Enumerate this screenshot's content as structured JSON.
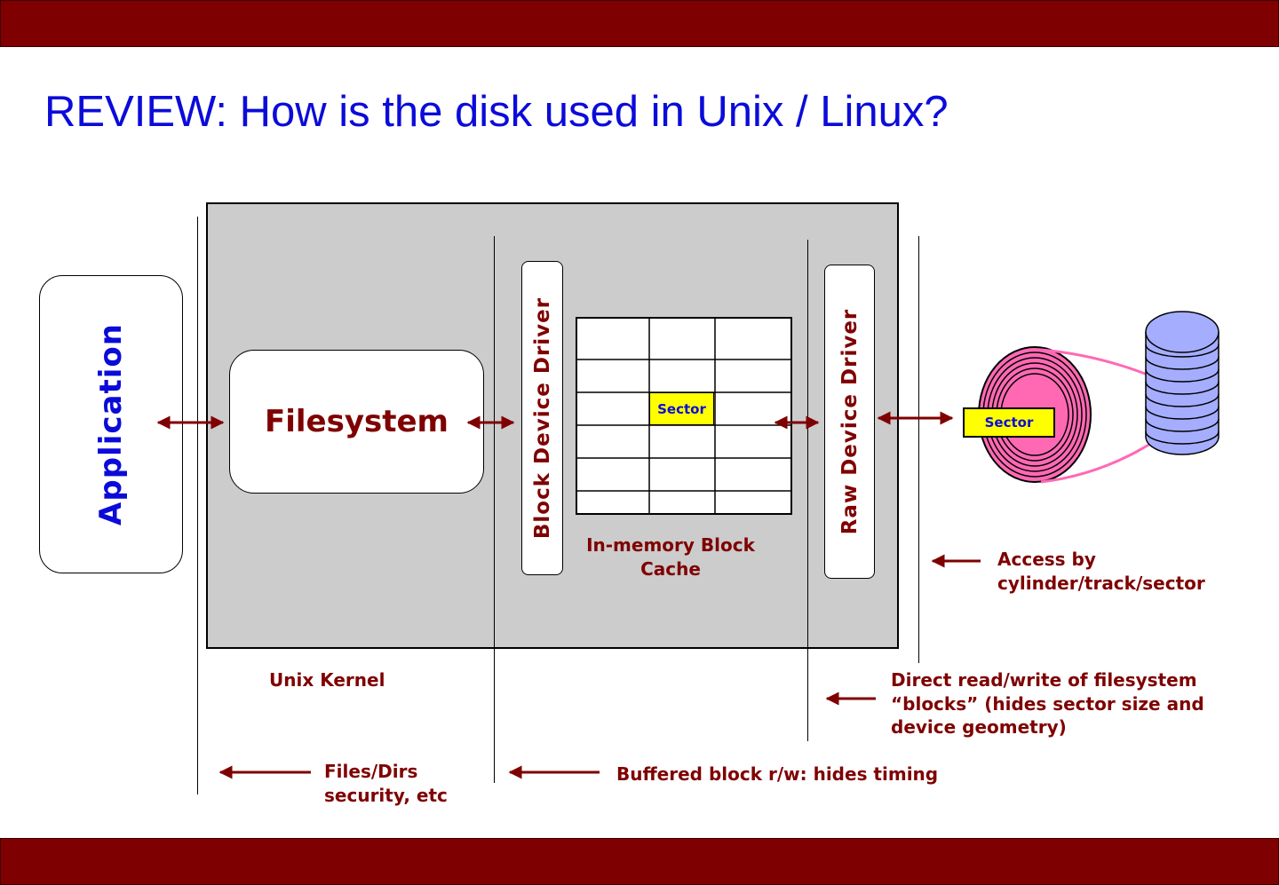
{
  "title": "REVIEW: How is the disk used in Unix / Linux?",
  "boxes": {
    "application": "Application",
    "filesystem": "Filesystem",
    "block_device_driver": "Block Device Driver",
    "raw_device_driver": "Raw Device Driver"
  },
  "cache": {
    "sector_label": "Sector",
    "caption_line1": "In-memory Block",
    "caption_line2": "Cache"
  },
  "disk": {
    "sector_label": "Sector"
  },
  "annotations": {
    "unix_kernel": "Unix Kernel",
    "access_line1": "Access by",
    "access_line2": "cylinder/track/sector",
    "direct_line1": "Direct read/write of filesystem",
    "direct_line2": "“blocks” (hides sector size and",
    "direct_line3": "device geometry)",
    "files_line1": "Files/Dirs",
    "files_line2": "security, etc",
    "buffered": "Buffered block r/w: hides timing"
  },
  "colors": {
    "header_bar": "#7f0000",
    "title_text": "#0b0bd9",
    "label_text": "#7f0000",
    "kernel_fill": "#cccccc",
    "sector_fill": "#ffff00",
    "platter_fill": "#ff69b4",
    "cylinder_fill": "#a5adff"
  }
}
